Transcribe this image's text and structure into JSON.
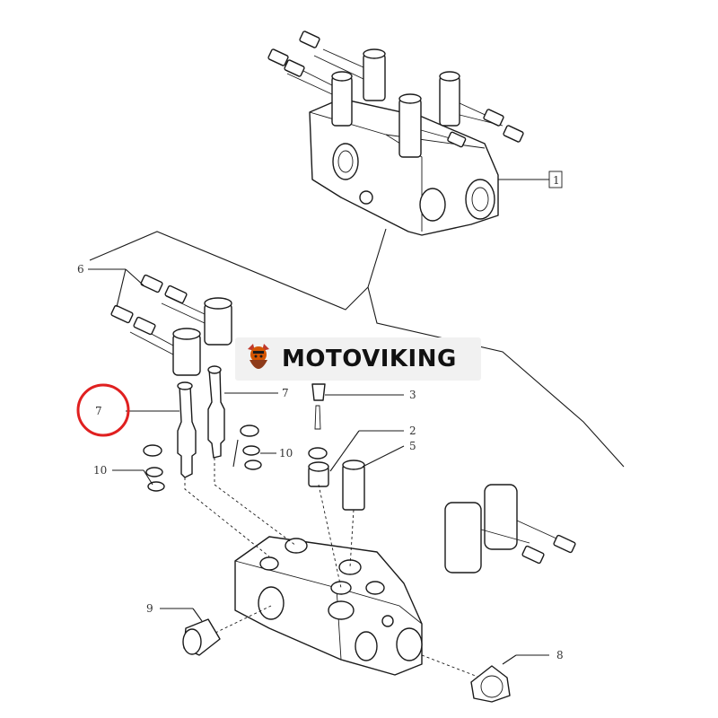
{
  "brand": {
    "name": "MOTOVIKING",
    "accent": "#c0392b"
  },
  "callouts": {
    "c1": "1",
    "c2": "2",
    "c3": "3",
    "c5": "5",
    "c6": "6",
    "c7_left": "7",
    "c7_right": "7",
    "c8": "8",
    "c9": "9",
    "c10_left": "10",
    "c10_right": "10"
  },
  "highlight": {
    "target": "7",
    "color": "#e02020"
  }
}
